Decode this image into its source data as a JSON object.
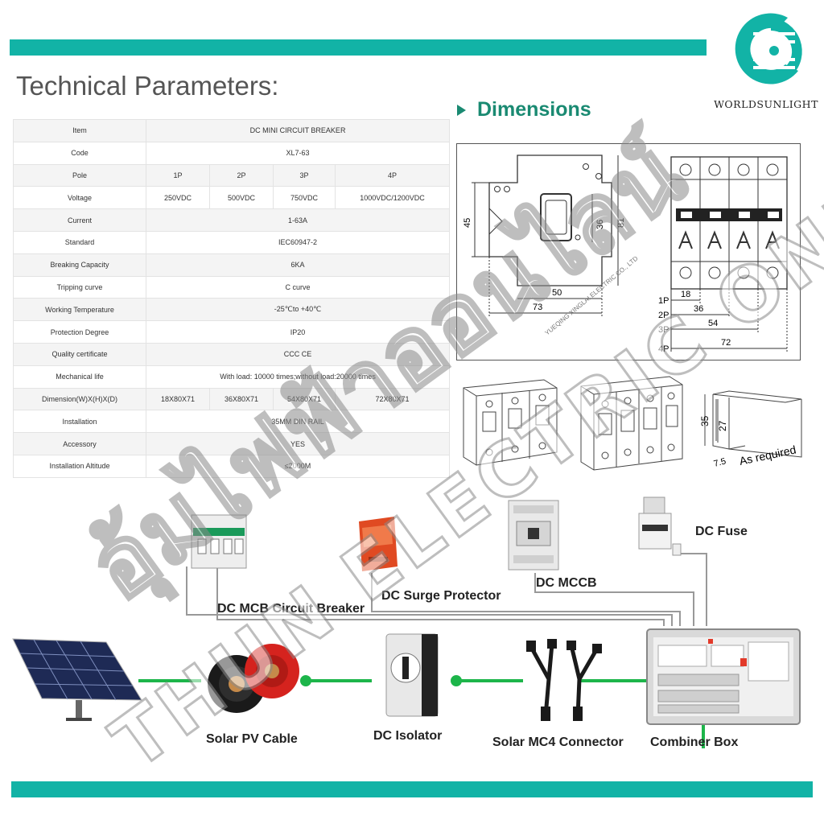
{
  "brand": {
    "name": "WORLDSUNLIGHT",
    "color": "#12b3a6"
  },
  "headings": {
    "technical": "Technical Parameters:",
    "dimensions": "Dimensions"
  },
  "params": {
    "item": {
      "label": "Item",
      "value": "DC MINI CIRCUIT BREAKER"
    },
    "code": {
      "label": "Code",
      "value": "XL7-63"
    },
    "pole": {
      "label": "Pole",
      "p1": "1P",
      "p2": "2P",
      "p3": "3P",
      "p4": "4P"
    },
    "voltage": {
      "label": "Voltage",
      "p1": "250VDC",
      "p2": "500VDC",
      "p3": "750VDC",
      "p4": "1000VDC/1200VDC"
    },
    "current": {
      "label": "Current",
      "value": "1-63A"
    },
    "standard": {
      "label": "Standard",
      "value": "IEC60947-2"
    },
    "breaking": {
      "label": "Breaking Capacity",
      "value": "6KA"
    },
    "tripping": {
      "label": "Tripping curve",
      "value": "C curve"
    },
    "temperature": {
      "label": "Working Temperature",
      "value": "-25℃to +40℃"
    },
    "protection": {
      "label": "Protection Degree",
      "value": "IP20"
    },
    "quality": {
      "label": "Quality certificate",
      "value": "CCC  CE"
    },
    "mechanical": {
      "label": "Mechanical life",
      "value": "With load: 10000 times;without load:20000 times"
    },
    "dimension": {
      "label": "Dimension(W)X(H)X(D)",
      "p1": "18X80X71",
      "p2": "36X80X71",
      "p3": "54X80X71",
      "p4": "72X80X71"
    },
    "installation": {
      "label": "Installation",
      "value": "35MM DIN RAIL"
    },
    "accessory": {
      "label": "Accessory",
      "value": "YES"
    },
    "altitude": {
      "label": "Installation Altitude",
      "value": "≤2000M"
    }
  },
  "drawing": {
    "side": {
      "d45": "45",
      "d36": "36",
      "d81": "81",
      "d50": "50",
      "d73": "73"
    },
    "front": {
      "p1": "1P",
      "p2": "2P",
      "p3": "3P",
      "p4": "4P",
      "d18": "18",
      "d36": "36",
      "d54": "54",
      "d72": "72"
    },
    "small_print": "YUEQING XINGLAI ELECTRIC CO., LTD",
    "rail": {
      "d35": "35",
      "d27": "27",
      "d75": "7.5",
      "note": "As required"
    }
  },
  "components": {
    "mcb": "DC MCB Circuit Breaker",
    "surge": "DC Surge Protector",
    "mccb": "DC MCCB",
    "fuse": "DC Fuse",
    "cable": "Solar PV Cable",
    "isolator": "DC Isolator",
    "mc4": "Solar MC4 Connector",
    "combiner": "Combiner Box"
  },
  "watermark": {
    "thai": "อุ้มไฟฟ้าออนไลน์",
    "english": "THUN ELECTRIC ONLINE"
  }
}
